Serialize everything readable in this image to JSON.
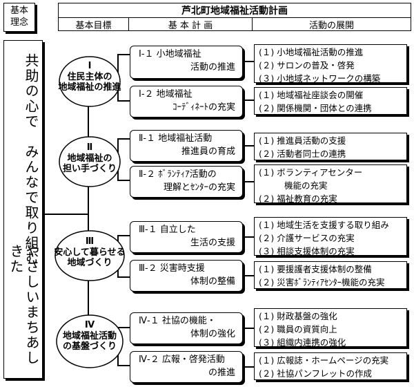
{
  "header": {
    "principle_label": "基本\n理念",
    "plan_title": "芦北町地域福祉活動計画",
    "col_goal": "基本目標",
    "col_plan": "基 本 計 画",
    "col_activity": "活動の展開"
  },
  "principle": {
    "line1": "共助の心で　みんなで取り組む",
    "line2": "やさしいまちあしきた"
  },
  "goals": [
    {
      "num": "Ⅰ",
      "title": "住民主体の\n地域福祉の推進"
    },
    {
      "num": "Ⅱ",
      "title": "地域福祉の\n担い手づくり"
    },
    {
      "num": "Ⅲ",
      "title": "安心して暮らせる\n地域づくり"
    },
    {
      "num": "Ⅳ",
      "title": "地域福祉活動\nの基盤づくり"
    }
  ],
  "plans": [
    {
      "l1": "Ⅰ-１ 小地域福祉",
      "l2": "活動の推進"
    },
    {
      "l1": "Ⅰ-２ 地域福祉",
      "l2": "ｺｰﾃﾞｨﾈｰﾄの充実"
    },
    {
      "l1": "Ⅱ-１ 地域福祉活動",
      "l2": "推進員の育成"
    },
    {
      "l1": "Ⅱ-２ ﾎﾞﾗﾝﾃｨｱ活動の",
      "l2": "理解とｾﾝﾀｰの充実"
    },
    {
      "l1": "Ⅲ-１ 自立した",
      "l2": "生活の支援"
    },
    {
      "l1": "Ⅲ-２ 災害時支援",
      "l2": "体制の整備"
    },
    {
      "l1": "Ⅳ-１ 社協の機能・",
      "l2": "体制の強化"
    },
    {
      "l1": "Ⅳ-２ 広報・啓発活動",
      "l2": "の推進"
    }
  ],
  "activities": [
    [
      "(１) 小地域福祉活動の推進",
      "(２) サロンの普及・啓発",
      "(３) 小地域ネットワークの構築"
    ],
    [
      "(１) 地域福祉座談会の開催",
      "(２) 関係機関・団体との連携"
    ],
    [
      "(１) 推進員活動の支援",
      "(２) 活動者同士の連携"
    ],
    [
      "(１) ボランティアセンター",
      "機能の充実",
      "(２) 福祉教育の充実"
    ],
    [
      "(１) 地域生活を支援する取り組み",
      "(２) 介護サービスの充実",
      "(３) 相談支援体制の充実"
    ],
    [
      "(１) 要援護者支援体制の整備",
      "(２) 災害ﾎﾞﾗﾝﾃｨｱｾﾝﾀｰ機能の充実"
    ],
    [
      "(１) 財政基盤の強化",
      "(２) 職員の資質向上",
      "(３) 組織内連携の強化"
    ],
    [
      "(１) 広報誌・ホームページの充実",
      "(２) 社協パンフレットの作成"
    ]
  ]
}
